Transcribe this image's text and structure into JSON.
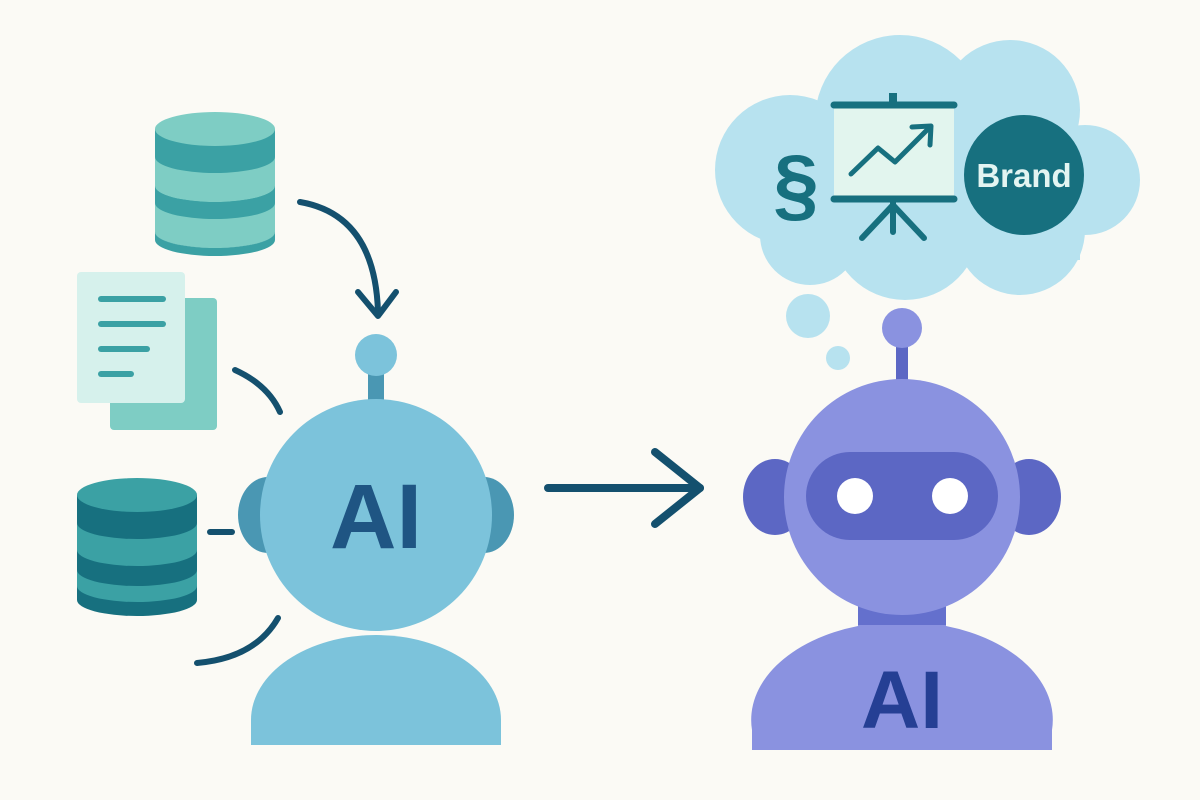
{
  "left_robot": {
    "label": "AI"
  },
  "right_robot": {
    "label": "AI"
  },
  "thought": {
    "section_symbol": "§",
    "brand_label": "Brand"
  },
  "icons": {
    "sources": [
      "database-icon",
      "document-icon",
      "database-icon"
    ],
    "flow": "arrow-right-icon",
    "knowledge": [
      "section-sign-icon",
      "presentation-chart-icon",
      "brand-badge-icon"
    ]
  },
  "colors": {
    "background": "#fbfaf5",
    "left_robot": "#7cc3db",
    "left_robot_ears": "#4a97b3",
    "right_robot": "#8a92e0",
    "right_robot_dark": "#5c67c4",
    "text_dark": "#1f5583",
    "right_text": "#253f94",
    "teal_dark": "#17707f",
    "teal_mid": "#3ba1a4",
    "teal_light": "#7ecdc4",
    "cloud": "#b7e2ef"
  }
}
